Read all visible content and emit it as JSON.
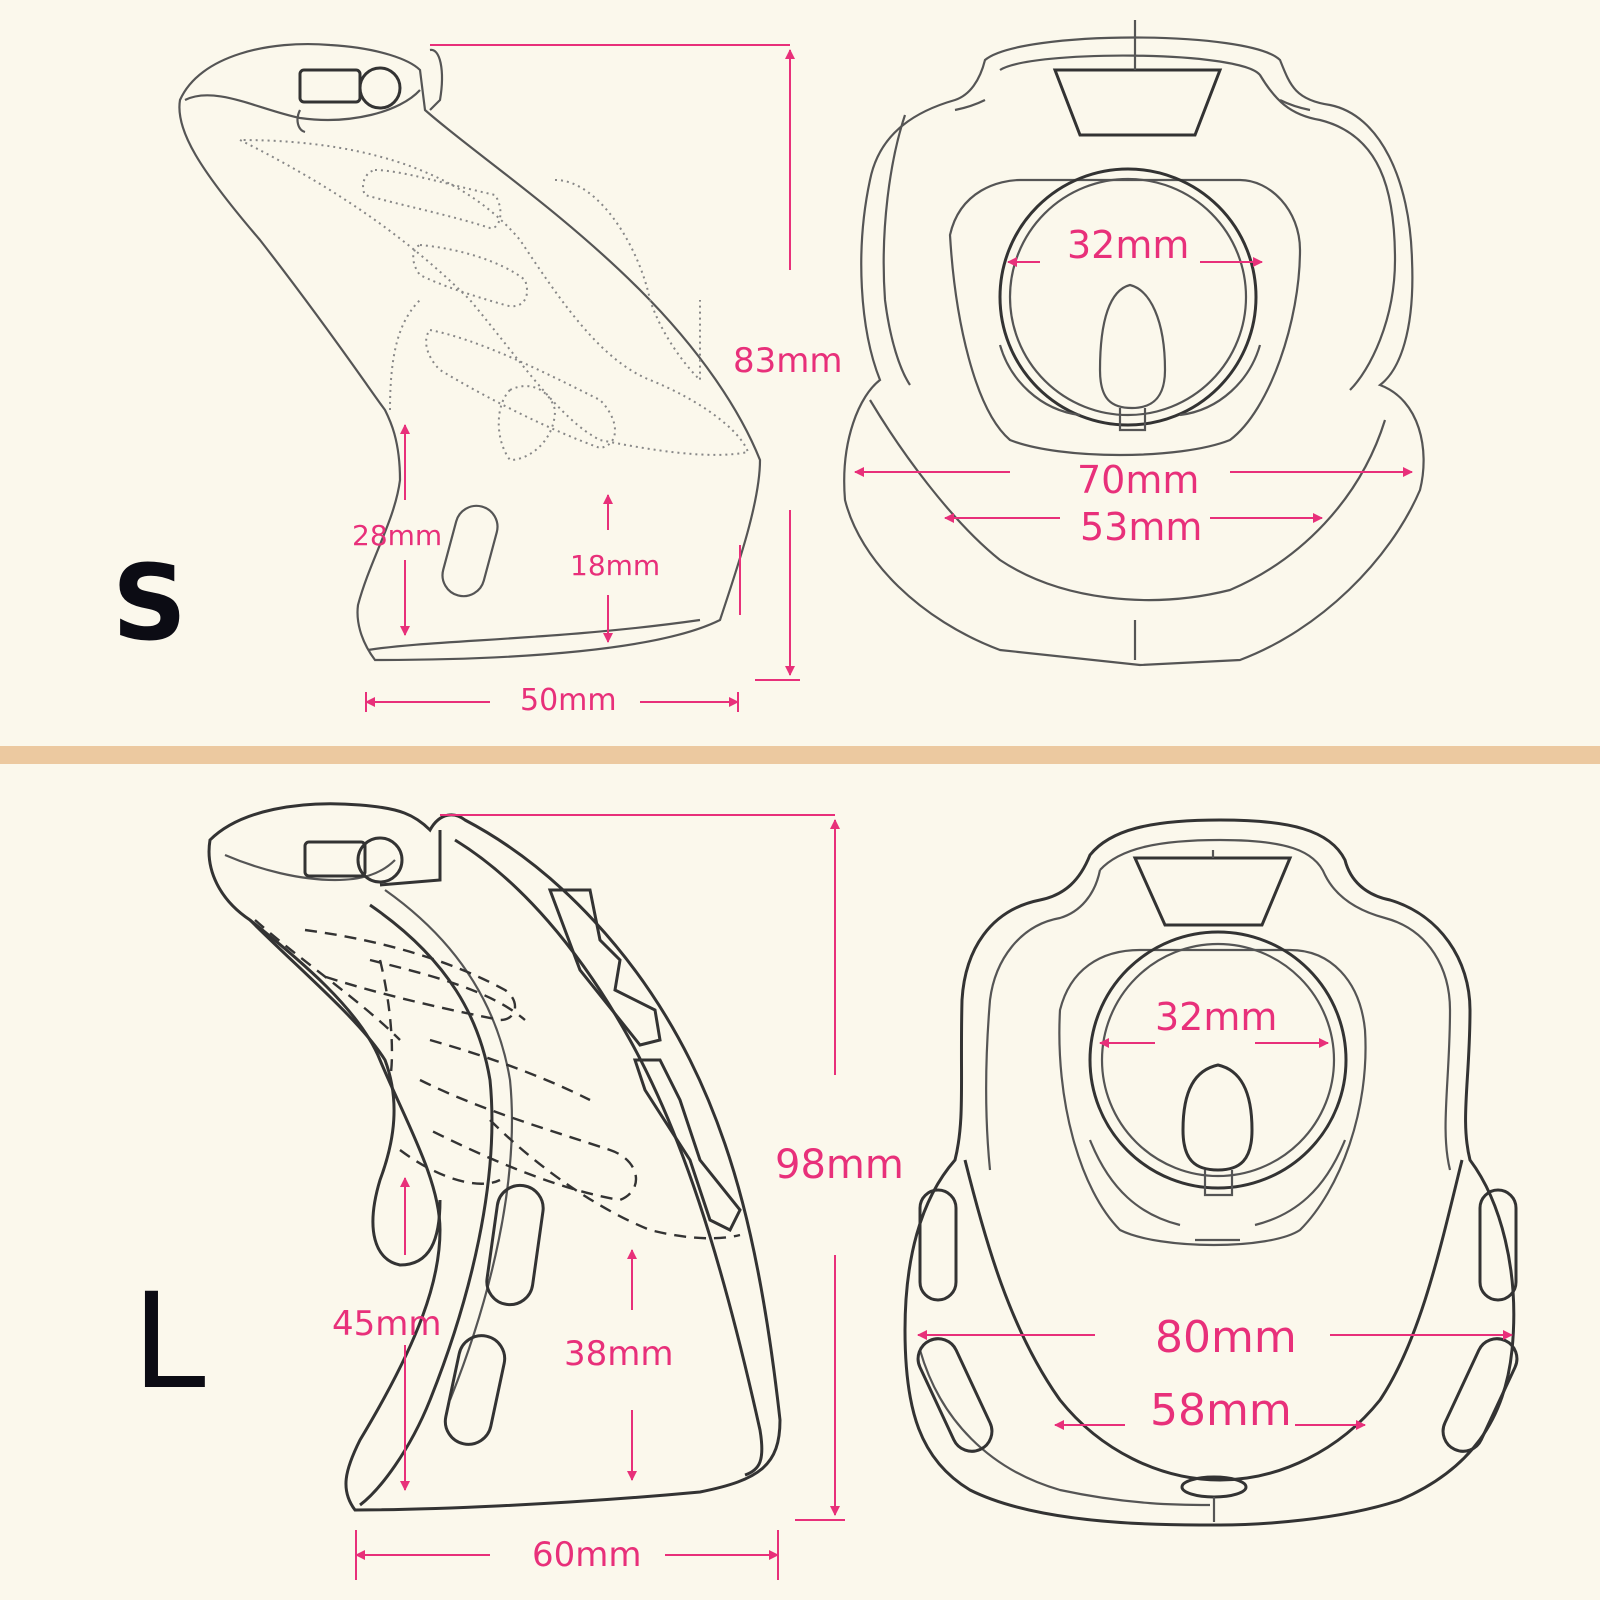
{
  "sizes": {
    "small": {
      "label": "S",
      "side": {
        "height": "83mm",
        "width": "50mm",
        "front_depth": "28mm",
        "inner_depth": "18mm"
      },
      "front": {
        "ring": "32mm",
        "outer_width": "70mm",
        "inner_width": "53mm"
      }
    },
    "large": {
      "label": "L",
      "side": {
        "height": "98mm",
        "width": "60mm",
        "front_depth": "45mm",
        "inner_depth": "38mm"
      },
      "front": {
        "ring": "32mm",
        "outer_width": "80mm",
        "inner_width": "58mm"
      }
    }
  },
  "colors": {
    "background": "#fbf8ec",
    "dimension": "#e8307a",
    "divider": "#ecc9a0",
    "outline": "#555555"
  }
}
